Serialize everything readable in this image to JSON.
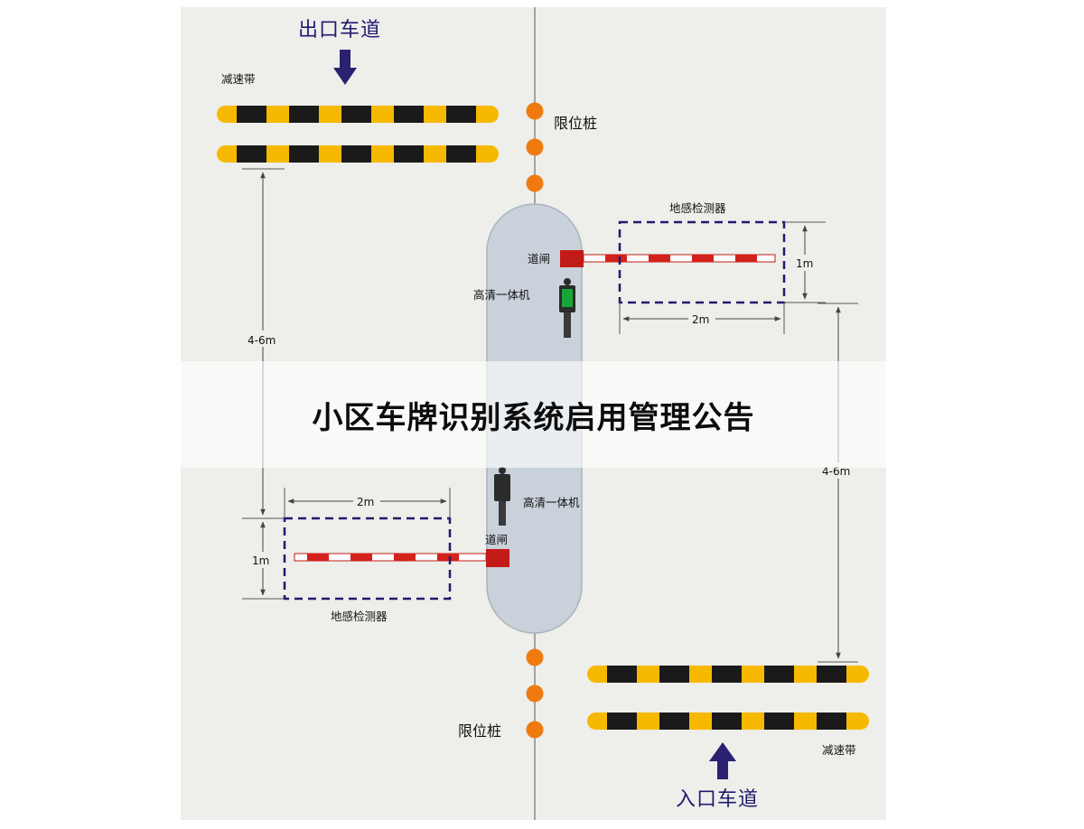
{
  "banner": {
    "title": "小区车牌识别系统启用管理公告"
  },
  "labels": {
    "exit_lane": "出口车道",
    "entry_lane": "入口车道",
    "speed_bump_top": "减速带",
    "speed_bump_bottom": "减速带",
    "limit_post_top": "限位桩",
    "limit_post_bottom": "限位桩",
    "loop_detector_top": "地感检测器",
    "loop_detector_bottom": "地感检测器",
    "barrier_top": "道闸",
    "barrier_bottom": "道闸",
    "camera_top": "高清一体机",
    "camera_bottom": "高清一体机",
    "dim_1m_top": "1m",
    "dim_2m_top": "2m",
    "dim_1m_bottom": "1m",
    "dim_2m_bottom": "2m",
    "dim_46_left": "4-6m",
    "dim_46_right": "4-6m"
  },
  "colors": {
    "ground": "#eeeeea",
    "island": "#c9d1da",
    "bump_yellow": "#f7b900",
    "bump_black": "#1a1a1a",
    "post_orange": "#ef7b10",
    "loop_dash": "#1f1b6e",
    "boom_red": "#d3211c",
    "arrow": "#2a2270"
  }
}
